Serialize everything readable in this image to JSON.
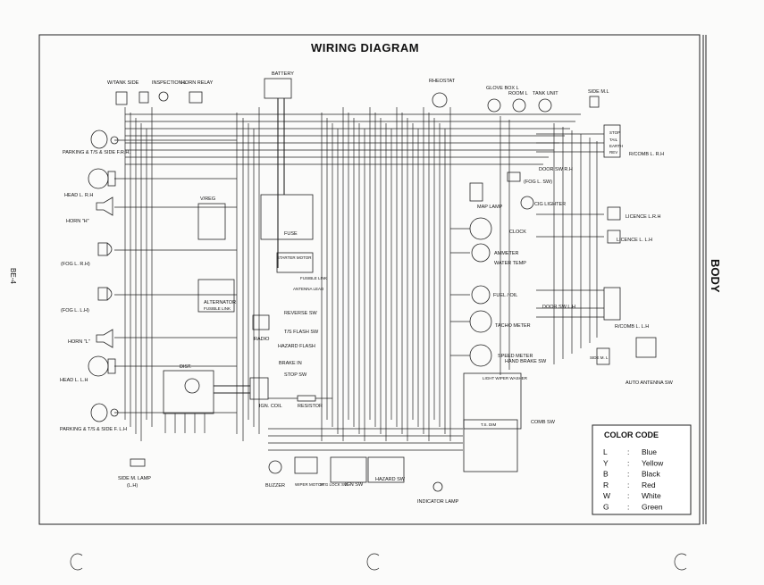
{
  "title": "WIRING DIAGRAM",
  "section_label": "BODY",
  "page_number": "BE-4",
  "color_code": {
    "title": "COLOR CODE",
    "entries": [
      {
        "code": "L",
        "sep": ":",
        "name": "Blue"
      },
      {
        "code": "Y",
        "sep": ":",
        "name": "Yellow"
      },
      {
        "code": "B",
        "sep": ":",
        "name": "Black"
      },
      {
        "code": "R",
        "sep": ":",
        "name": "Red"
      },
      {
        "code": "W",
        "sep": ":",
        "name": "White"
      },
      {
        "code": "G",
        "sep": ":",
        "name": "Green"
      }
    ]
  },
  "labels": {
    "tank_sender": "W/TANK SIDE",
    "inspection_l": "INSPECTION L",
    "horn_relay": "HORN RELAY",
    "battery": "BATTERY",
    "rheostat": "RHEOSTAT",
    "glove_box": "GLOVE BOX L",
    "room_l": "ROOM L",
    "tank_unit": "TANK UNIT",
    "side_ml": "SIDE M.L",
    "park_rh": "PARKING & T/S & SIDE F.R.H.",
    "head_rh": "HEAD L. R.H",
    "horn_h": "HORN \"H\"",
    "fog_rh": "(FOG L. R.H)",
    "fog_lh": "(FOG L. L.H)",
    "horn_l": "HORN \"L\"",
    "head_lh": "HEAD L. L.H",
    "park_lh": "PARKING & T/S & SIDE F. L.H",
    "side_m_lamp": "SIDE M. LAMP",
    "side_m_lamp_lh": "(L.H)",
    "vreg": "V/REG",
    "alternator": "ALTERNATOR",
    "fusible_link": "FUSIBLE LINK",
    "fuse": "FUSE",
    "starter_motor": "STARTER MOTOR",
    "fusible_link2": "FUSIBLE LINK",
    "antenna_lead": "ANTENNA LEAD",
    "radio": "RADIO",
    "reverse_sw": "REVERSE SW",
    "ts_flash_sw": "T/S FLASH SW",
    "hazard_flash": "HAZARD FLASH",
    "brake_in": "BRAKE IN",
    "stop_sw": "STOP SW",
    "dist": "DIST.",
    "ign_coil": "IGN. COIL",
    "resistor": "RESISTOR",
    "buzzer": "BUZZER",
    "wiper_motor": "WIPER MOTOR",
    "stg_lock_sw": "STG LOCK SW",
    "ign_sw": "IGN SW",
    "hazard_sw": "HAZARD SW",
    "indicator_lamp": "INDICATOR LAMP",
    "map_lamp": "MAP LAMP",
    "cig_lighter": "CIG LIGHTER",
    "clock": "CLOCK",
    "ammeter": "AMMETER",
    "water_temp": "WATER TEMP",
    "fuel_oil": "FUEL / OIL",
    "tacho_meter": "TACHO METER",
    "speed_meter": "SPEED METER",
    "hand_brake_sw": "HAND BRAKE SW",
    "comb_sw": "COMB SW",
    "light_wiper_washer": "LIGHT WIPER WASHER",
    "ts_dim": "T.S. DIM",
    "fog_sw": "(FOG L. SW)",
    "door_sw_rh": "DOOR SW R.H",
    "door_sw_lh": "DOOR SW L.H",
    "rcomb_rh": "R/COMB L. R.H",
    "rcomb_lh": "R/COMB L. L.H",
    "licence_rh": "LICENCE L.R.H",
    "licence_lh": "LICENCE L. L.H",
    "side_m_l": "SIDE M. L",
    "auto_antenna_sw": "AUTO ANTENNA SW",
    "stop": "STOP",
    "tail": "TAIL",
    "earth": "EARTH",
    "rev": "REV"
  }
}
